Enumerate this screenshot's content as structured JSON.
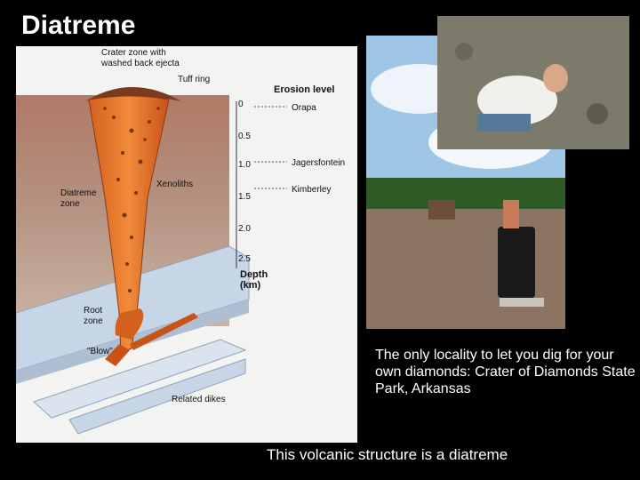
{
  "title": "Diatreme",
  "diagram": {
    "crater_zone": "Crater zone with",
    "crater_zone_line2": "washed back ejecta",
    "tuff_ring": "Tuff ring",
    "erosion_level": "Erosion level",
    "depth_ticks": [
      "0",
      "0.5",
      "1.0",
      "1.5",
      "2.0",
      "2.5"
    ],
    "depth_label": "Depth",
    "depth_unit": "(km)",
    "levels": [
      "Orapa",
      "Jagersfontein",
      "Kimberley"
    ],
    "xenoliths": "Xenoliths",
    "diatreme_zone": "Diatreme",
    "diatreme_zone_line2": "zone",
    "root_zone": "Root",
    "root_zone_line2": "zone",
    "blow": "\"Blow\"",
    "related_dikes": "Related dikes"
  },
  "caption": "The only locality to let you dig for your own diamonds: Crater of Diamonds State Park, Arkansas",
  "bottom_caption": "This volcanic structure is a diatreme"
}
